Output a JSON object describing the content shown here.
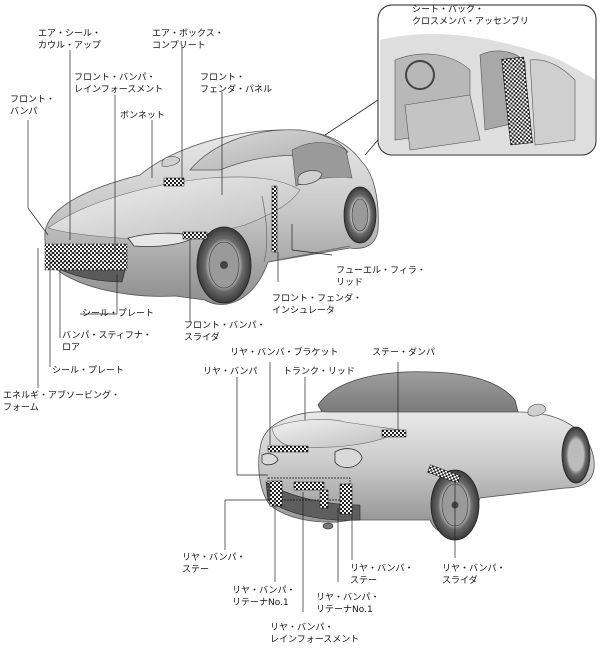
{
  "labels": {
    "air_seal_cowl_up": "エア・シール・\nカウル・アップ",
    "air_box_complete": "エア・ボックス・\nコンプリート",
    "front_bumper_reinforcement": "フロント・バンパ・\nレインフォースメント",
    "front_fender_panel": "フロント・\nフェンダ・パネル",
    "front_bumper": "フロント・\nバンパ",
    "bonnet": "ボンネット",
    "seat_back_crossmember": "シート・バック・\nクロスメンバ・アッセンブリ",
    "fuel_filler_lid": "フューエル・フィラ・\nリッド",
    "front_fender_insulator": "フロント・フェンダ・\nインシュレータ",
    "seal_plate_upper": "シール・プレート",
    "front_bumper_slider": "フロント・バンパ・\nスライダ",
    "bumper_stiffener_lower": "バンパ・スティフナ・\nロア",
    "seal_plate_lower": "シール・プレート",
    "energy_absorbing_foam": "エネルギ・アブソービング・\nフォーム",
    "rear_bumper_bracket": "リヤ・バンパ・ブラケット",
    "stay_damper": "ステー・ダンパ",
    "rear_bumper": "リヤ・バンパ",
    "trunk_lid": "トランク・リッド",
    "rear_bumper_stay_left": "リヤ・バンパ・\nステー",
    "rear_bumper_stay_right": "リヤ・バンパ・\nステー",
    "rear_bumper_slider": "リヤ・バンパ・\nスライダ",
    "rear_bumper_retainer_left": "リヤ・バンパ・\nリテーナNo.1",
    "rear_bumper_retainer_right": "リヤ・バンパ・\nリテーナNo.1",
    "rear_bumper_reinforcement": "リヤ・バンパ・\nレインフォースメント"
  }
}
